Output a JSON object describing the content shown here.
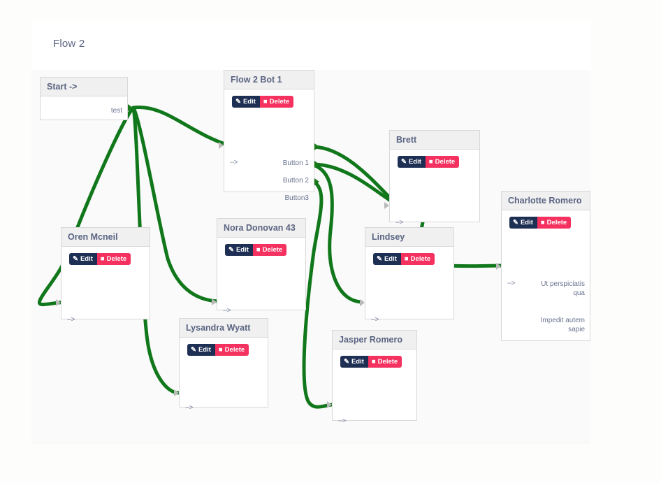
{
  "header": {
    "title": "Flow 2"
  },
  "canvas": {
    "edge_color": "#11771b",
    "accent_edit": "#1e2f54",
    "accent_delete": "#f4315f",
    "header_bg": "#f0f0f0"
  },
  "buttons": {
    "edit_label": "Edit",
    "delete_label": "Delete",
    "edit_icon": "edit-square-icon",
    "delete_icon": "trash-icon"
  },
  "nodes": [
    {
      "id": "start",
      "title": "Start ->",
      "has_buttons": false,
      "inputs": [],
      "outputs": [
        "test"
      ]
    },
    {
      "id": "bot1",
      "title": "Flow 2 Bot 1",
      "has_buttons": true,
      "inputs": [
        "-->"
      ],
      "outputs": [
        "Button 1",
        "Button 2",
        "Button3"
      ]
    },
    {
      "id": "brett",
      "title": "Brett",
      "has_buttons": true,
      "inputs": [
        "-->"
      ],
      "outputs": []
    },
    {
      "id": "charlotte",
      "title": "Charlotte Romero",
      "has_buttons": true,
      "inputs": [
        "-->"
      ],
      "outputs": [
        "Ut perspiciatis qua",
        "Impedit autem sapie"
      ]
    },
    {
      "id": "oren",
      "title": "Oren Mcneil",
      "has_buttons": true,
      "inputs": [
        "-->"
      ],
      "outputs": []
    },
    {
      "id": "nora",
      "title": "Nora Donovan 43",
      "has_buttons": true,
      "inputs": [
        "-->"
      ],
      "outputs": []
    },
    {
      "id": "lindsey",
      "title": "Lindsey",
      "has_buttons": true,
      "inputs": [
        "-->"
      ],
      "outputs": []
    },
    {
      "id": "lysandra",
      "title": "Lysandra Wyatt",
      "has_buttons": true,
      "inputs": [
        "-->"
      ],
      "outputs": []
    },
    {
      "id": "jasper",
      "title": "Jasper Romero",
      "has_buttons": true,
      "inputs": [
        "-->"
      ],
      "outputs": []
    }
  ],
  "edges": [
    {
      "from": "start.test",
      "to": "bot1.in"
    },
    {
      "from": "start.test",
      "to": "oren.in"
    },
    {
      "from": "start.test",
      "to": "nora.in"
    },
    {
      "from": "start.test",
      "to": "lysandra.in"
    },
    {
      "from": "bot1.Button 1",
      "to": "brett.in"
    },
    {
      "from": "bot1.Button 2",
      "to": "brett.in"
    },
    {
      "from": "bot1.Button 2",
      "to": "lindsey.in"
    },
    {
      "from": "bot1.Button3",
      "to": "jasper.in"
    },
    {
      "from": "brett.out",
      "to": "charlotte.in"
    }
  ]
}
